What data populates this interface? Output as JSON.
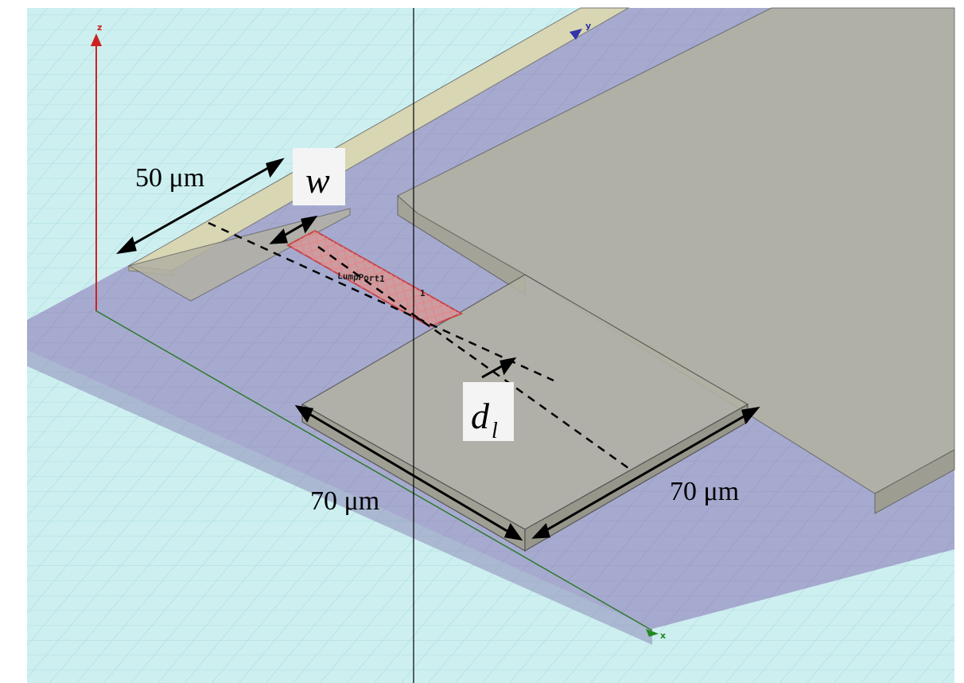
{
  "annotations": {
    "feed_length": "50 μm",
    "width_var": "w",
    "offset_var": "d",
    "offset_sub": "l",
    "patch_length": "70 μm",
    "patch_width": "70 μm"
  },
  "port": {
    "label": "LumpPort1",
    "number": "1"
  },
  "axes": {
    "z": "z",
    "y": "y",
    "x": "x"
  },
  "colors": {
    "background": "#cdeff0",
    "substrate": "#a4a5cc",
    "metal": "#b2b1a3",
    "feed_strip": "#d8d6b3",
    "port": "#cc3333",
    "z_axis": "#cc2222",
    "x_axis": "#228822",
    "y_axis": "#3333aa"
  }
}
